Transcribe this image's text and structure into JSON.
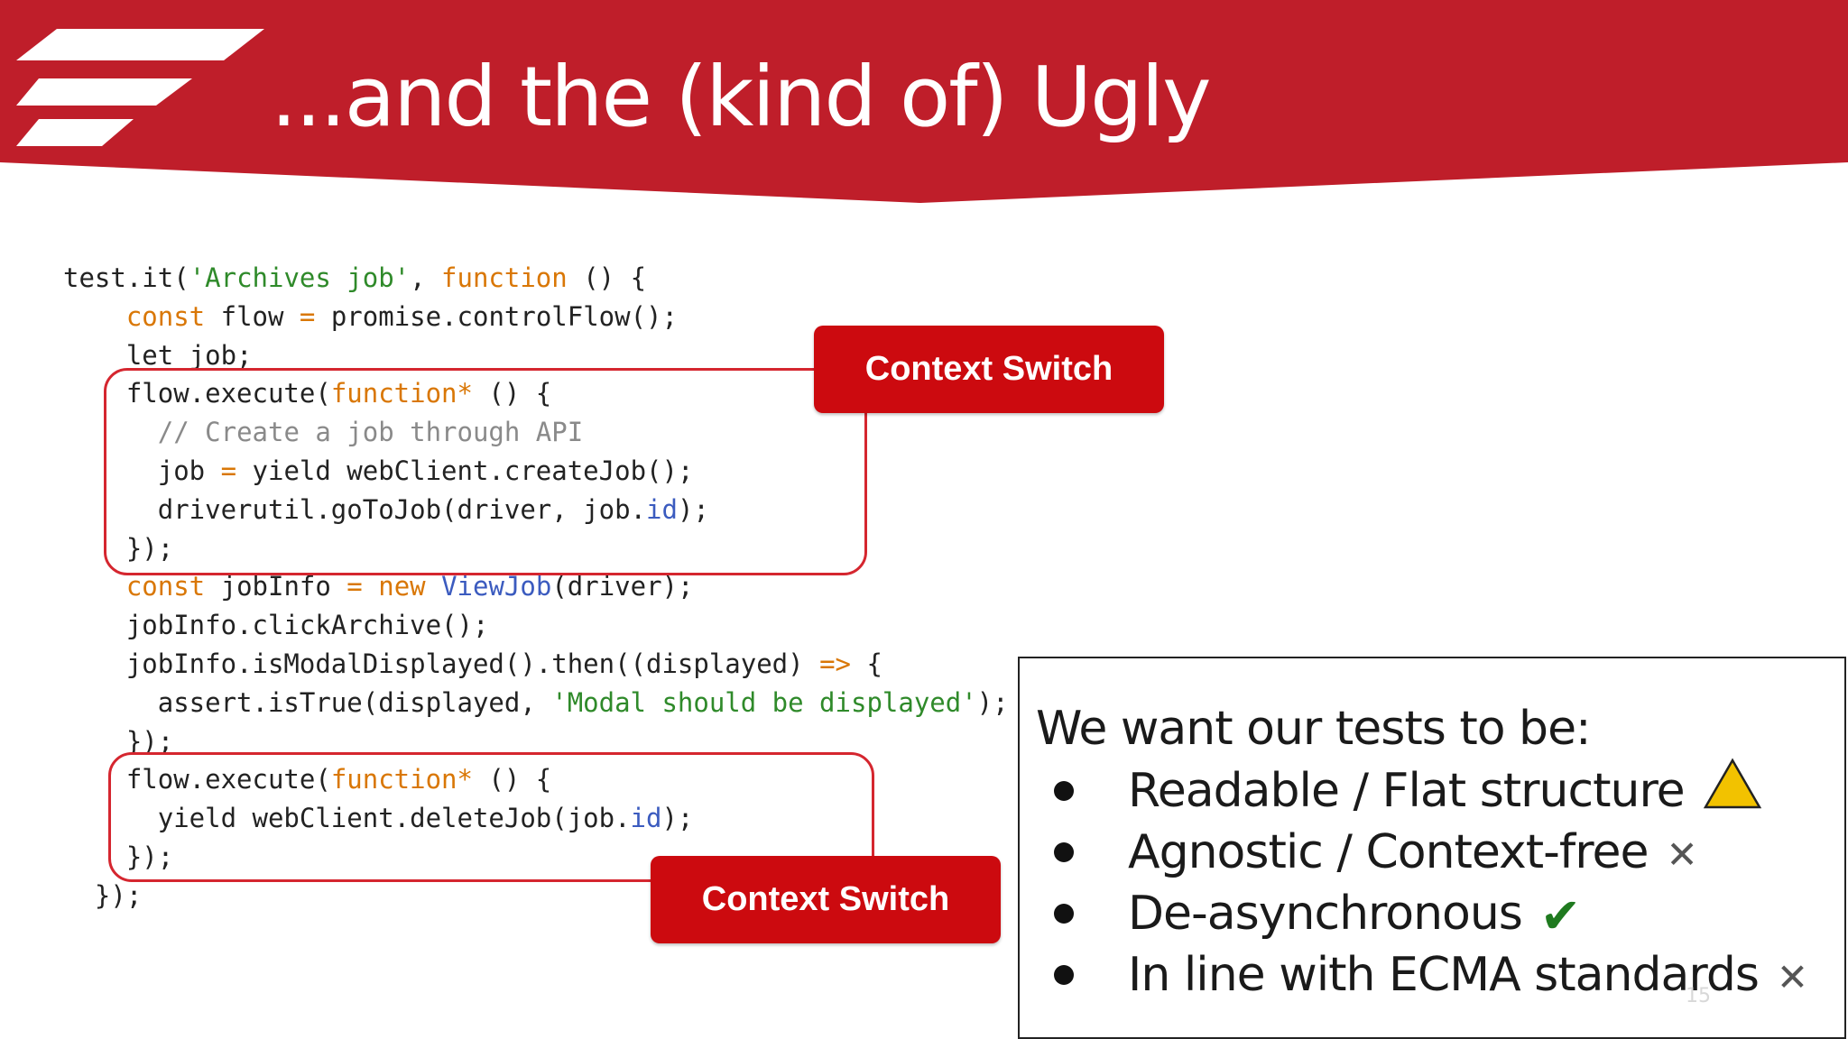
{
  "header": {
    "title": "...and the (kind of) Ugly"
  },
  "code": [
    [
      [
        "test.it(",
        ""
      ],
      [
        "'Archives job'",
        "str"
      ],
      [
        ", ",
        ""
      ],
      [
        "function",
        "kw"
      ],
      [
        " () {",
        ""
      ]
    ],
    [
      [
        "    ",
        ""
      ],
      [
        "const",
        "kw"
      ],
      [
        " flow ",
        ""
      ],
      [
        "=",
        "op"
      ],
      [
        " promise.controlFlow();",
        ""
      ]
    ],
    [
      [
        "    let job;",
        ""
      ]
    ],
    [
      [
        "    flow.execute(",
        ""
      ],
      [
        "function*",
        "kw"
      ],
      [
        " () {",
        ""
      ]
    ],
    [
      [
        "      ",
        ""
      ],
      [
        "// Create a job through API",
        "cmt"
      ]
    ],
    [
      [
        "      job ",
        ""
      ],
      [
        "=",
        "op"
      ],
      [
        " yield webClient.createJob();",
        ""
      ]
    ],
    [
      [
        "      driverutil.goToJob(driver, job.",
        ""
      ],
      [
        "id",
        "ref"
      ],
      [
        ");",
        ""
      ]
    ],
    [
      [
        "    });",
        ""
      ]
    ],
    [
      [
        "    ",
        ""
      ],
      [
        "const",
        "kw"
      ],
      [
        " jobInfo ",
        ""
      ],
      [
        "=",
        "op"
      ],
      [
        " ",
        ""
      ],
      [
        "new",
        "kw"
      ],
      [
        " ",
        ""
      ],
      [
        "ViewJob",
        "ref"
      ],
      [
        "(driver);",
        ""
      ]
    ],
    [
      [
        "    jobInfo.clickArchive();",
        ""
      ]
    ],
    [
      [
        "    jobInfo.isModalDisplayed().then((displayed) ",
        ""
      ],
      [
        "=>",
        "op"
      ],
      [
        " {",
        ""
      ]
    ],
    [
      [
        "      assert.isTrue(displayed, ",
        ""
      ],
      [
        "'Modal should be displayed'",
        "str"
      ],
      [
        ");",
        ""
      ]
    ],
    [
      [
        "    });",
        ""
      ]
    ],
    [
      [
        "    flow.execute(",
        ""
      ],
      [
        "function*",
        "kw"
      ],
      [
        " () {",
        ""
      ]
    ],
    [
      [
        "      yield webClient.deleteJob(job.",
        ""
      ],
      [
        "id",
        "ref"
      ],
      [
        ");",
        ""
      ]
    ],
    [
      [
        "    });",
        ""
      ]
    ],
    [
      [
        "  });",
        ""
      ]
    ]
  ],
  "callouts": {
    "top": "Context Switch",
    "bottom": "Context Switch"
  },
  "panel": {
    "title": "We want our tests to be:",
    "bullets": [
      {
        "text": "Readable / Flat structure",
        "icon": "warning-triangle"
      },
      {
        "text": "Agnostic / Context-free",
        "icon": "x-mark"
      },
      {
        "text": "De-asynchronous",
        "icon": "check-mark"
      },
      {
        "text": "In line with ECMA standards",
        "icon": "x-mark"
      }
    ]
  },
  "slide_number": "15",
  "colors": {
    "brand_red": "#bf1e2a",
    "callout_red": "#cc0a0f",
    "keyword": "#d97706",
    "string": "#2f8a2a",
    "warning": "#f2c200",
    "check": "#1f7a1f"
  }
}
